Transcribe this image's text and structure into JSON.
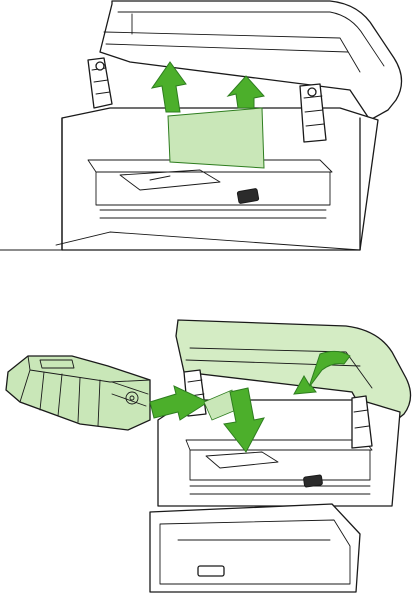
{
  "figure": {
    "panels": [
      {
        "step": "remove-jammed-paper",
        "arrows": [
          "up-arrow",
          "up-arrow"
        ]
      },
      {
        "step": "reinsert-print-cartridge-and-close-lid",
        "arrows": [
          "insert-arrow",
          "down-arrow",
          "close-lid-arrow"
        ]
      }
    ]
  },
  "colors": {
    "arrow_fill": "#4caf2b",
    "arrow_stroke": "#2e7d1f",
    "paper_fill": "#c9e7b8",
    "highlight_fill": "#d4ecc4",
    "line": "#1a1a1a"
  }
}
